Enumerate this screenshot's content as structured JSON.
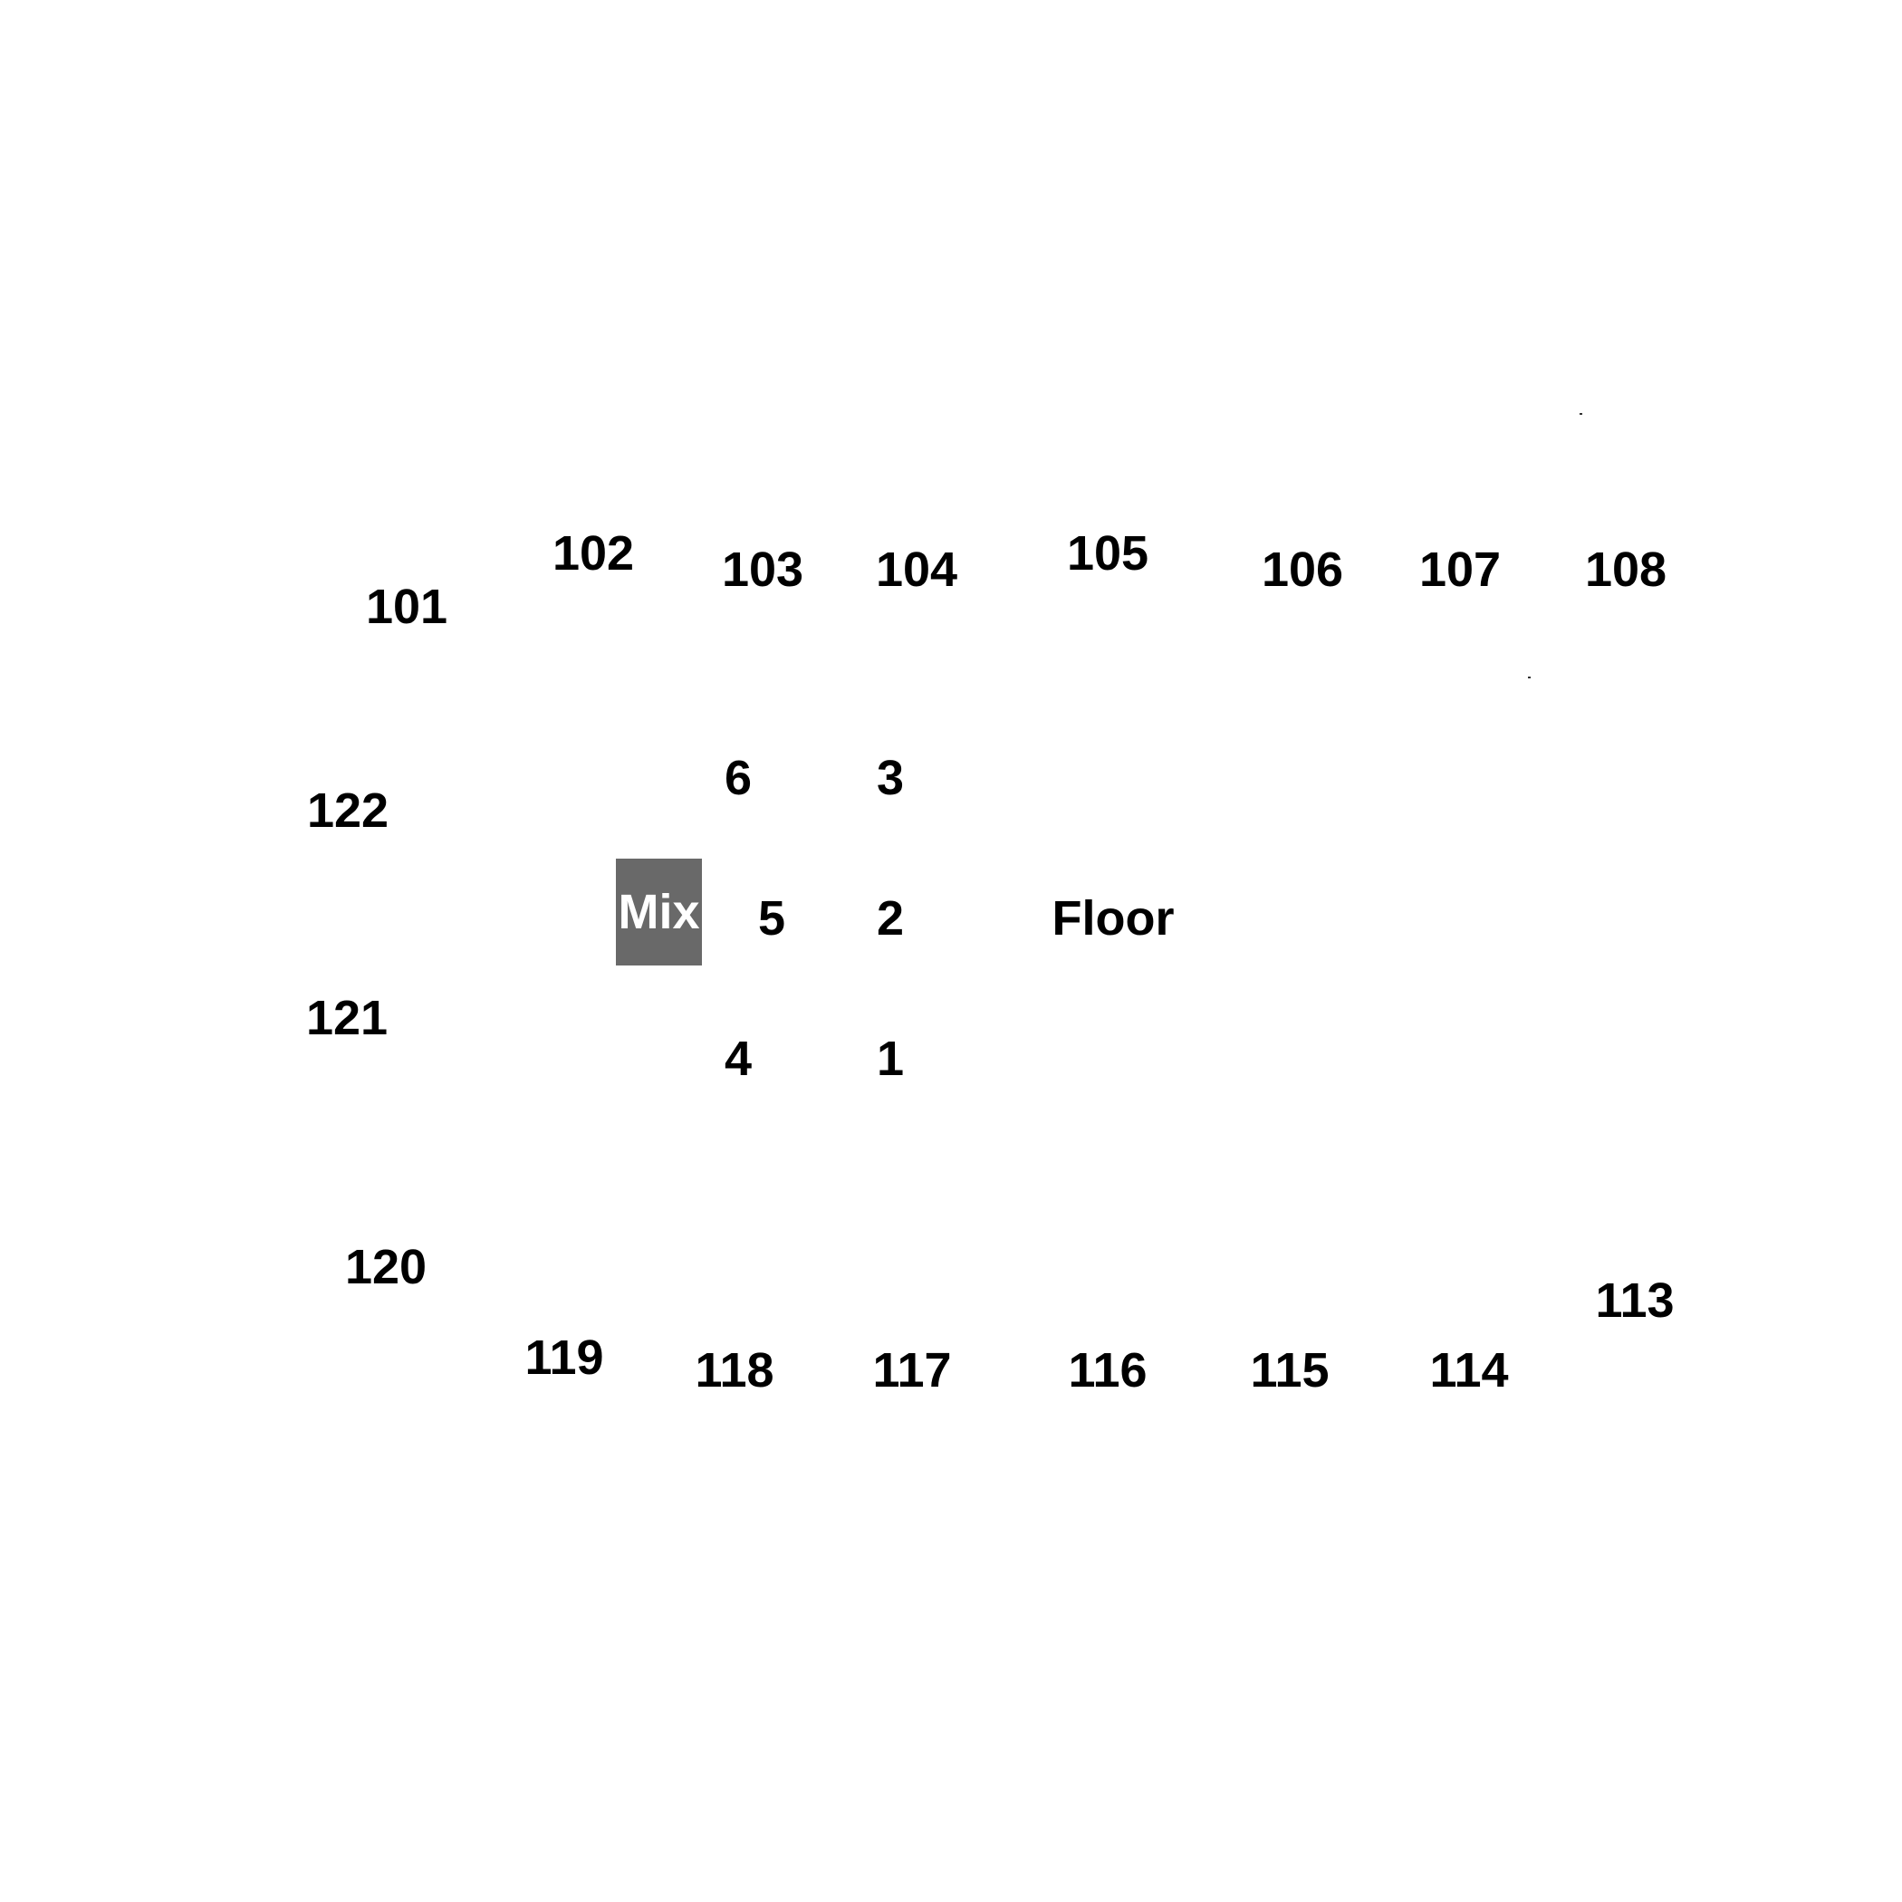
{
  "map": {
    "sections_upper": [
      "101",
      "102",
      "103",
      "104",
      "105",
      "106",
      "107",
      "108"
    ],
    "sections_lower": [
      "113",
      "114",
      "115",
      "116",
      "117",
      "118",
      "119",
      "120"
    ],
    "sections_left": [
      "121",
      "122"
    ],
    "floor_sections": [
      "1",
      "2",
      "3",
      "4",
      "5",
      "6"
    ],
    "floor_label": "Floor",
    "mix_label": "Mix",
    "colors": {
      "background": "#ffffff",
      "text": "#000000",
      "mix_box": "#696969",
      "mix_text": "#ffffff"
    }
  }
}
